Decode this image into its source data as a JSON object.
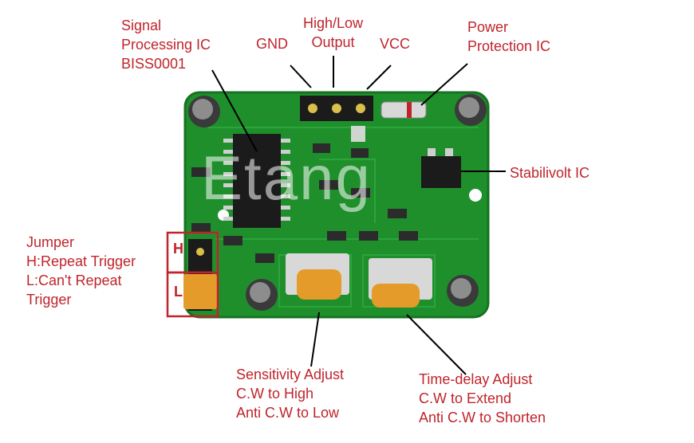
{
  "colors": {
    "label": "#c0242b",
    "board": "#1f8f2c",
    "board_edge": "#167322",
    "chip": "#1b1b1b",
    "pot": "#e59b2a",
    "leader": "#000000"
  },
  "labels": {
    "signal_ic": [
      "Signal",
      "Processing IC",
      "BISS0001"
    ],
    "gnd": [
      "GND"
    ],
    "output": [
      "High/Low",
      "Output"
    ],
    "vcc": [
      "VCC"
    ],
    "power": [
      "Power",
      "Protection IC"
    ],
    "stabilivolt": [
      "Stabilivolt IC"
    ],
    "jumper": [
      "Jumper",
      "H:Repeat Trigger",
      "L:Can't Repeat",
      "Trigger"
    ],
    "sensitivity": [
      "Sensitivity Adjust",
      "C.W to High",
      "Anti C.W to Low"
    ],
    "timedelay": [
      "Time-delay Adjust",
      "C.W to Extend",
      "Anti C.W to Shorten"
    ]
  },
  "jumper_letters": {
    "high": "H",
    "low": "L"
  },
  "watermark": "Etang"
}
